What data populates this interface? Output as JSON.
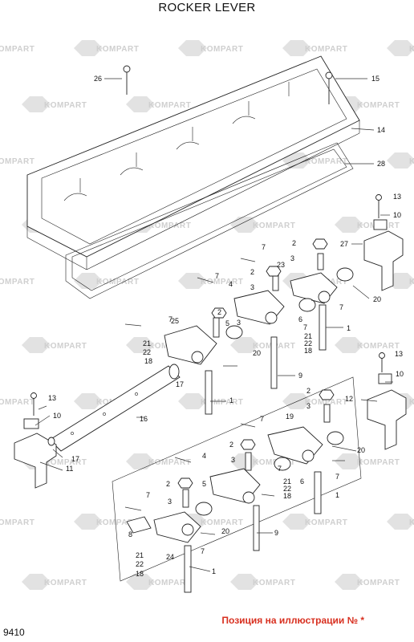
{
  "title": "ROCKER LEVER",
  "code": "9410",
  "note": "Позиция на иллюстрации № *",
  "watermark": "KOMPART",
  "callouts": [
    "1",
    "2",
    "3",
    "4",
    "5",
    "6",
    "7",
    "8",
    "9",
    "10",
    "11",
    "12",
    "13",
    "14",
    "15",
    "16",
    "17",
    "18",
    "19",
    "20",
    "21",
    "22",
    "23",
    "24",
    "25",
    "26",
    "27",
    "28"
  ],
  "colors": {
    "line": "#222222",
    "note": "#d83020",
    "watermark": "#cfcfcf"
  }
}
